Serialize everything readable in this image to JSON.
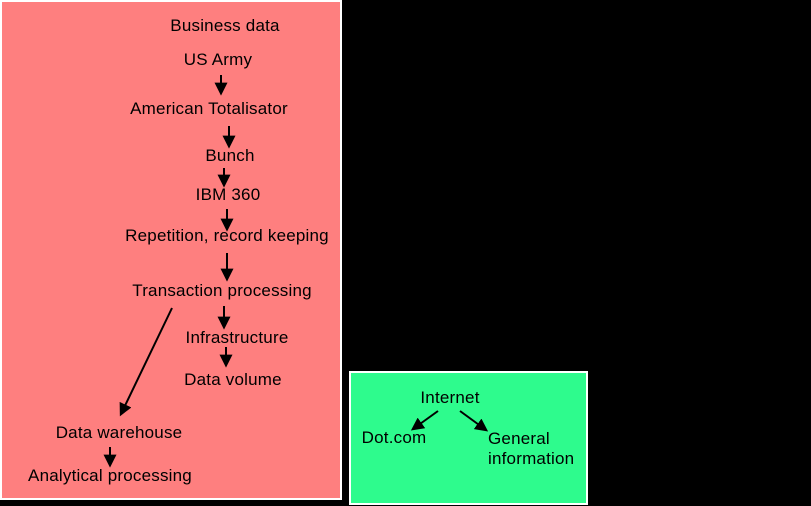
{
  "slide": {
    "background_color": "#000000",
    "text_color": "#000000",
    "arrow_color": "#000000",
    "panel_border_color": "#ffffff"
  },
  "pink_panel": {
    "fill_color": "#fe7f7f",
    "nodes": [
      {
        "id": "business-data",
        "label": "Business data"
      },
      {
        "id": "us-army",
        "label": "US Army"
      },
      {
        "id": "american-totalisator",
        "label": "American Totalisator"
      },
      {
        "id": "bunch",
        "label": "Bunch"
      },
      {
        "id": "ibm-360",
        "label": "IBM 360"
      },
      {
        "id": "repetition-record-keeping",
        "label": "Repetition, record keeping"
      },
      {
        "id": "transaction-processing",
        "label": "Transaction processing"
      },
      {
        "id": "infrastructure",
        "label": "Infrastructure"
      },
      {
        "id": "data-volume",
        "label": "Data volume"
      },
      {
        "id": "data-warehouse",
        "label": "Data warehouse"
      },
      {
        "id": "analytical-processing",
        "label": "Analytical processing"
      }
    ],
    "edges": [
      {
        "from": "us-army",
        "to": "american-totalisator"
      },
      {
        "from": "american-totalisator",
        "to": "bunch"
      },
      {
        "from": "bunch",
        "to": "ibm-360"
      },
      {
        "from": "ibm-360",
        "to": "repetition-record-keeping"
      },
      {
        "from": "repetition-record-keeping",
        "to": "transaction-processing"
      },
      {
        "from": "transaction-processing",
        "to": "infrastructure"
      },
      {
        "from": "infrastructure",
        "to": "data-volume"
      },
      {
        "from": "transaction-processing",
        "to": "data-warehouse"
      },
      {
        "from": "data-warehouse",
        "to": "analytical-processing"
      }
    ]
  },
  "green_panel": {
    "fill_color": "#2efb8d",
    "nodes": [
      {
        "id": "internet",
        "label": "Internet"
      },
      {
        "id": "dot-com",
        "label": "Dot.com"
      },
      {
        "id": "general-information",
        "label": "General information"
      }
    ],
    "edges": [
      {
        "from": "internet",
        "to": "dot-com"
      },
      {
        "from": "internet",
        "to": "general-information"
      }
    ]
  }
}
